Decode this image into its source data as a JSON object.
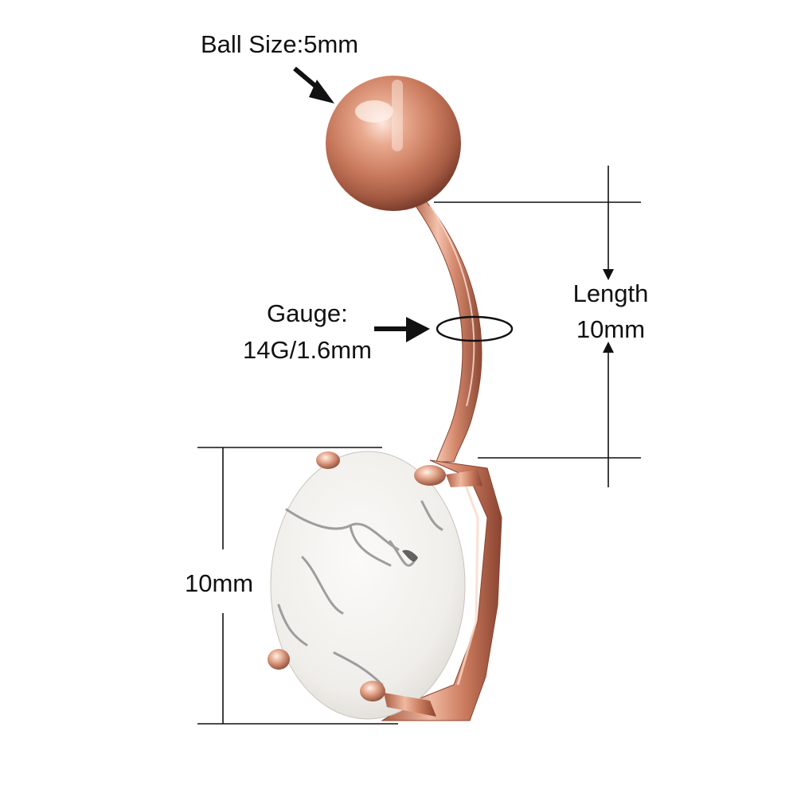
{
  "colors": {
    "background": "#ffffff",
    "text": "#111111",
    "dimension_lines": "#111111",
    "metal_rose_gold": "#d98f73",
    "gem_white": "#f2f0ec",
    "gem_veins": "#9a9a9a"
  },
  "labels": {
    "ball_size": "Ball Size:5mm",
    "gauge_title": "Gauge:",
    "gauge_value": "14G/1.6mm",
    "length_title": "Length",
    "length_value": "10mm",
    "gem_height": "10mm"
  },
  "icons": {
    "ball_arrow": "arrow-down-right-icon",
    "gauge_arrow": "arrow-right-icon",
    "length_arrow_down": "arrow-down-icon",
    "length_arrow_up": "arrow-up-icon"
  }
}
